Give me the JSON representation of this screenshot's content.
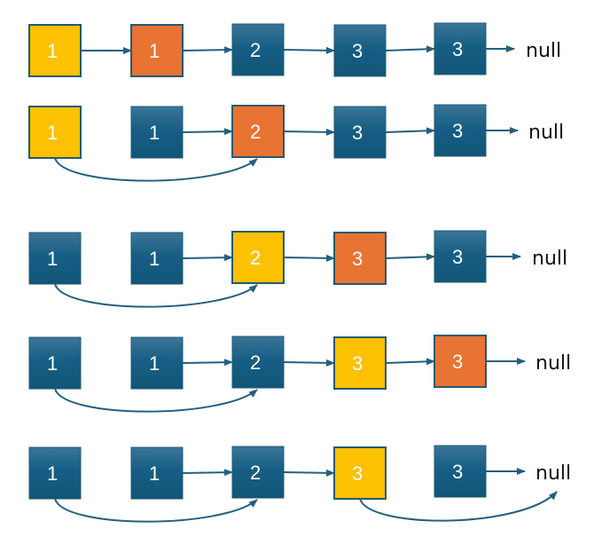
{
  "title": "Linked list remove duplicates steps",
  "colors": {
    "default": "#145b80",
    "default_top": "#2f6e92",
    "prev": "#fcc101",
    "current": "#e87333",
    "border": "#245a73",
    "arrow": "#245f80",
    "null_text": "#111111"
  },
  "null_label": "null",
  "rows": [
    {
      "nodes": [
        {
          "value": "1",
          "state": "prev"
        },
        {
          "value": "1",
          "state": "current"
        },
        {
          "value": "2",
          "state": "default"
        },
        {
          "value": "3",
          "state": "default"
        },
        {
          "value": "3",
          "state": "default"
        }
      ],
      "links": [
        [
          0,
          1
        ],
        [
          1,
          2
        ],
        [
          2,
          3
        ],
        [
          3,
          4
        ],
        [
          4,
          "null"
        ]
      ],
      "skips": []
    },
    {
      "nodes": [
        {
          "value": "1",
          "state": "prev"
        },
        {
          "value": "1",
          "state": "default"
        },
        {
          "value": "2",
          "state": "current"
        },
        {
          "value": "3",
          "state": "default"
        },
        {
          "value": "3",
          "state": "default"
        }
      ],
      "links": [
        [
          1,
          2
        ],
        [
          2,
          3
        ],
        [
          3,
          4
        ],
        [
          4,
          "null"
        ]
      ],
      "skips": [
        [
          0,
          2
        ]
      ]
    },
    {
      "nodes": [
        {
          "value": "1",
          "state": "default"
        },
        {
          "value": "1",
          "state": "default"
        },
        {
          "value": "2",
          "state": "prev"
        },
        {
          "value": "3",
          "state": "current"
        },
        {
          "value": "3",
          "state": "default"
        }
      ],
      "links": [
        [
          1,
          2
        ],
        [
          2,
          3
        ],
        [
          3,
          4
        ],
        [
          4,
          "null"
        ]
      ],
      "skips": [
        [
          0,
          2
        ]
      ]
    },
    {
      "nodes": [
        {
          "value": "1",
          "state": "default"
        },
        {
          "value": "1",
          "state": "default"
        },
        {
          "value": "2",
          "state": "default"
        },
        {
          "value": "3",
          "state": "prev"
        },
        {
          "value": "3",
          "state": "current"
        }
      ],
      "links": [
        [
          1,
          2
        ],
        [
          2,
          3
        ],
        [
          3,
          4
        ],
        [
          4,
          "null"
        ]
      ],
      "skips": [
        [
          0,
          2
        ]
      ]
    },
    {
      "nodes": [
        {
          "value": "1",
          "state": "default"
        },
        {
          "value": "1",
          "state": "default"
        },
        {
          "value": "2",
          "state": "default"
        },
        {
          "value": "3",
          "state": "prev"
        },
        {
          "value": "3",
          "state": "default"
        }
      ],
      "links": [
        [
          1,
          2
        ],
        [
          2,
          3
        ],
        [
          4,
          "null"
        ]
      ],
      "skips": [
        [
          0,
          2
        ],
        [
          3,
          "null"
        ]
      ]
    }
  ]
}
